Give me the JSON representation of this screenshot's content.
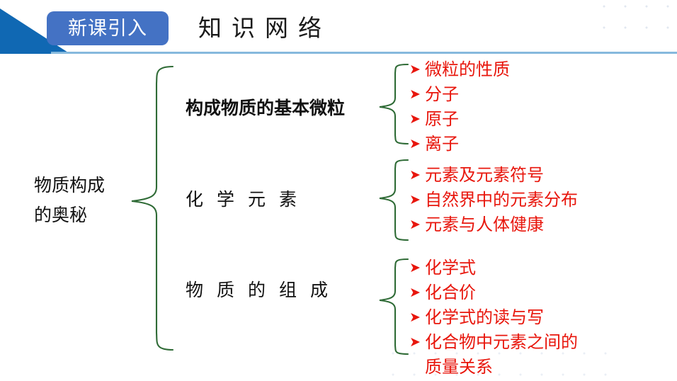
{
  "slide": {
    "background_color": "#ffffff",
    "accent_blue": "#1068b3",
    "chip_blue": "#4472c4",
    "rule_blue": "#86b9dd",
    "brace_green": "#2f6b36",
    "leaf_red": "#e8160c",
    "text_black": "#111111"
  },
  "header": {
    "chip_label": "新课引入",
    "title": "知识网络",
    "triangle_icon": "corner-triangle-icon"
  },
  "diagram": {
    "root_label": "物质构成\n的奥秘",
    "bullet_glyph": "➤",
    "branches": [
      {
        "label": "构成物质的基本微粒",
        "items": [
          "微粒的性质",
          "分子",
          "原子",
          "离子"
        ]
      },
      {
        "label": "化学元素",
        "items": [
          "元素及元素符号",
          "自然界中的元素分布",
          "元素与人体健康"
        ]
      },
      {
        "label": "物质的组成",
        "items": [
          "化学式",
          "化合价",
          "化学式的读与写",
          "化合物中元素之间的\n质量关系"
        ]
      }
    ]
  }
}
